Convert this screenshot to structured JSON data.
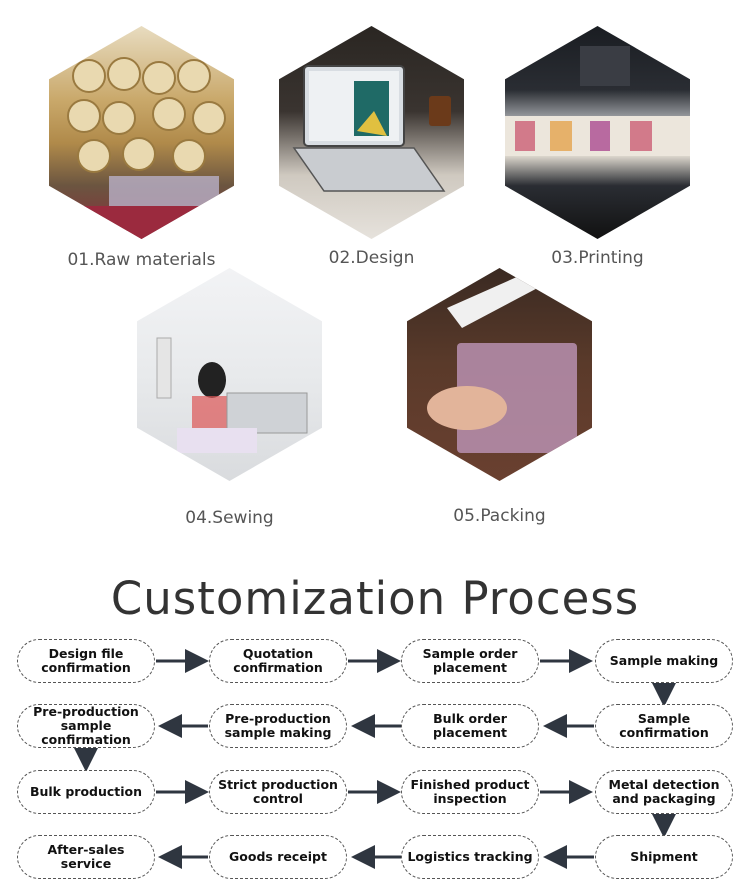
{
  "gallery": {
    "steps": [
      {
        "label": "01.Raw materials"
      },
      {
        "label": "02.Design"
      },
      {
        "label": "03.Printing"
      },
      {
        "label": "04.Sewing"
      },
      {
        "label": "05.Packing"
      }
    ]
  },
  "process": {
    "title": "Customization Process",
    "nodes": [
      "Design file confirmation",
      "Quotation confirmation",
      "Sample order placement",
      "Sample making",
      "Sample confirmation",
      "Bulk order placement",
      "Pre-production sample making",
      "Pre-production sample confirmation",
      "Bulk production",
      "Strict production control",
      "Finished product inspection",
      "Metal detection and packaging",
      "Shipment",
      "Logistics tracking",
      "Goods receipt",
      "After-sales service"
    ]
  },
  "colors": {
    "arrow": "#2f3640",
    "border": "#555555",
    "title": "#333333",
    "caption": "#555555"
  }
}
